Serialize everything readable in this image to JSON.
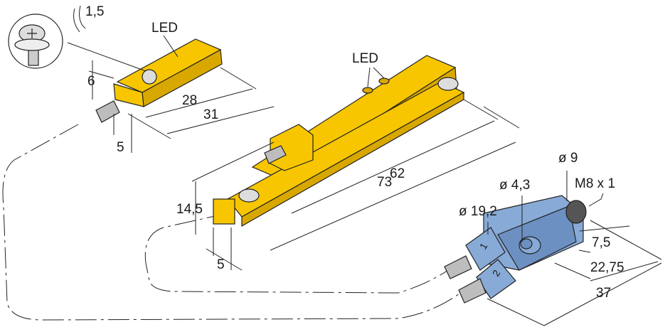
{
  "title": "Sensor and splitter dimension drawing",
  "small_sensor": {
    "screw_size": "1,5",
    "led_label": "LED",
    "height": "6",
    "length_inner": "28",
    "length_outer": "31",
    "width": "5"
  },
  "large_sensor": {
    "led_label": "LED",
    "length_inner": "62",
    "length_outer": "73",
    "height": "14,5",
    "width": "5"
  },
  "splitter": {
    "connector_diameter": "ø 9",
    "hole_diameter": "ø 4,3",
    "thread": "M8 x 1",
    "body_diameter": "ø 19,2",
    "dim_a": "7,5",
    "dim_b": "22,75",
    "length": "37",
    "port_1": "1",
    "port_2": "2"
  },
  "colors": {
    "sensor": "#f7c600",
    "splitter": "#88aad6"
  }
}
